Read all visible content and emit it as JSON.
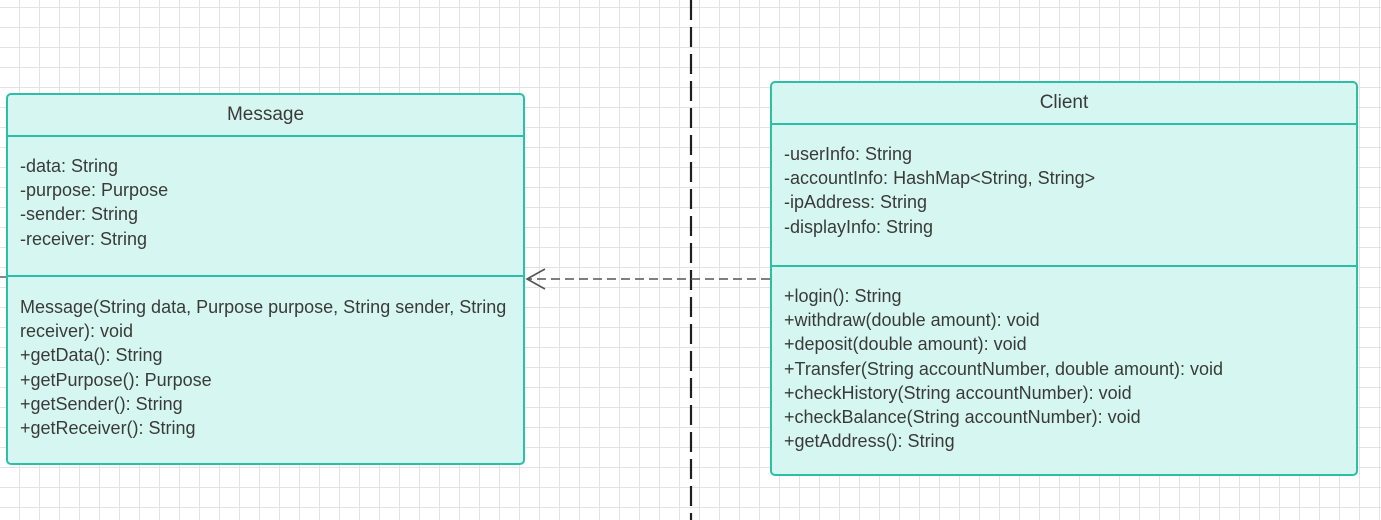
{
  "diagram": {
    "classes": [
      {
        "id": "message",
        "name": "Message",
        "attributes": [
          "-data: String",
          "-purpose: Purpose",
          "-sender: String",
          "-receiver: String"
        ],
        "operations": [
          "Message(String data, Purpose purpose, String sender, String receiver): void",
          "+getData(): String",
          "+getPurpose(): Purpose",
          "+getSender(): String",
          "+getReceiver(): String"
        ]
      },
      {
        "id": "client",
        "name": "Client",
        "attributes": [
          "-userInfo: String",
          "-accountInfo: HashMap<String, String>",
          "-ipAddress: String",
          "-displayInfo: String"
        ],
        "operations": [
          "+login(): String",
          "+withdraw(double amount): void",
          "+deposit(double amount): void",
          "+Transfer(String accountNumber, double amount): void",
          "+checkHistory(String accountNumber): void",
          "+checkBalance(String accountNumber): void",
          "+getAddress(): String"
        ]
      }
    ],
    "relationships": [
      {
        "type": "dependency",
        "from": "client",
        "to": "message",
        "line_style": "dashed",
        "arrow": "open"
      }
    ],
    "colors": {
      "class_fill": "#d6f7f1",
      "class_border": "#2cbfa6",
      "text": "#3a3a3a",
      "connector": "#555555",
      "divider": "#1f1f1f",
      "grid": "#e3e3e3"
    }
  }
}
